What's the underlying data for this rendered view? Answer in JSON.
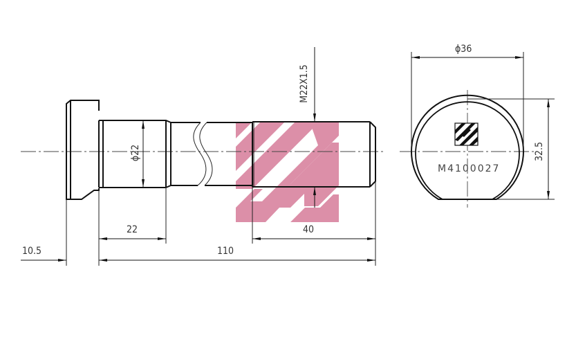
{
  "drawing": {
    "title": "Wheel stud technical drawing",
    "colors": {
      "line": "#111111",
      "thin_line": "#333333",
      "watermark": "#dc8fa8",
      "background": "#ffffff"
    },
    "dimensions": {
      "shank_diameter": "ϕ22",
      "thread_spec": "M22X1.5",
      "head_diameter": "ϕ36",
      "head_flat_height": "32.5",
      "shank_length": "22",
      "thread_length": "40",
      "total_length": "110",
      "head_thickness": "10.5"
    },
    "part_number": "M4100027",
    "watermark_icon": "brand-logo-watermark"
  }
}
